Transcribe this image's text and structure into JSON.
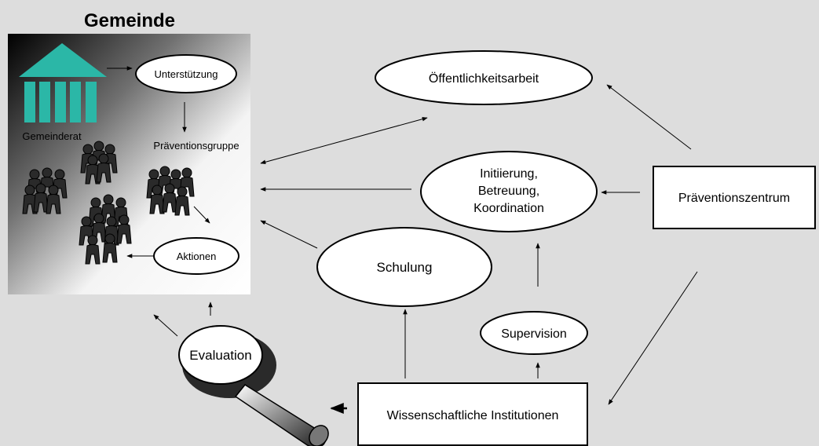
{
  "gemeinde": {
    "title": "Gemeinde",
    "council_label": "Gemeinderat",
    "support_label": "Unterstützung",
    "group_label": "Präventionsgruppe",
    "actions_label": "Aktionen"
  },
  "nodes": {
    "public_relations": "Öffentlichkeitsarbeit",
    "initiation_line1": "Initiierung,",
    "initiation_line2": "Betreuung,",
    "initiation_line3": "Koordination",
    "prevention_center": "Präventionszentrum",
    "training": "Schulung",
    "supervision": "Supervision",
    "evaluation": "Evaluation",
    "scientific_institutions": "Wissenschaftliche Institutionen"
  },
  "icons": {
    "council": "government-building-icon",
    "people": "people-group-icon",
    "magnifier": "magnifying-glass-icon"
  }
}
